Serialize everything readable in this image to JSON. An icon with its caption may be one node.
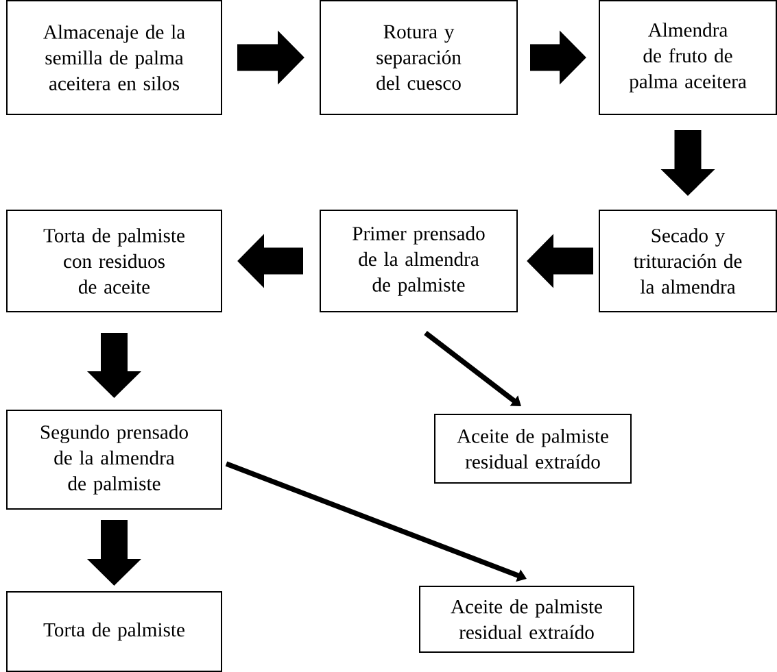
{
  "diagram": {
    "nodes": [
      {
        "text": [
          "Almacenaje de la semilla de palma aceitera en silos"
        ]
      },
      {
        "text": [
          "Rotura y separación del cuesco"
        ]
      },
      {
        "text": [
          "Almendra de fruto de palma aceitera"
        ]
      },
      {
        "text": [
          "Secado y trituración de la almendra"
        ]
      },
      {
        "text": [
          "Primer prensado de la almendra de palmiste"
        ]
      },
      {
        "text": [
          "Torta de palmiste con residuos de aceite"
        ]
      },
      {
        "text": [
          "Segundo prensado de la almendra de palmiste"
        ]
      },
      {
        "text": [
          "Aceite de palmiste residual extraído"
        ]
      },
      {
        "text": [
          "Torta de palmiste"
        ]
      },
      {
        "text": [
          "Aceite de palmiste residual extraído"
        ]
      }
    ],
    "edges": [
      {
        "from": 0,
        "to": 1,
        "arrow": "to"
      },
      {
        "from": 1,
        "to": 2,
        "arrow": "to"
      },
      {
        "from": 2,
        "to": 3,
        "arrow": "to"
      },
      {
        "from": 3,
        "to": 4,
        "arrow": "to"
      },
      {
        "from": 4,
        "to": 5,
        "arrow": "to"
      },
      {
        "from": 5,
        "to": 6,
        "arrow": "to"
      },
      {
        "from": 6,
        "to": 8,
        "arrow": "to"
      },
      {
        "from": 4,
        "to": 7,
        "arrow": "to"
      },
      {
        "from": 6,
        "to": 9,
        "arrow": "to"
      }
    ]
  }
}
